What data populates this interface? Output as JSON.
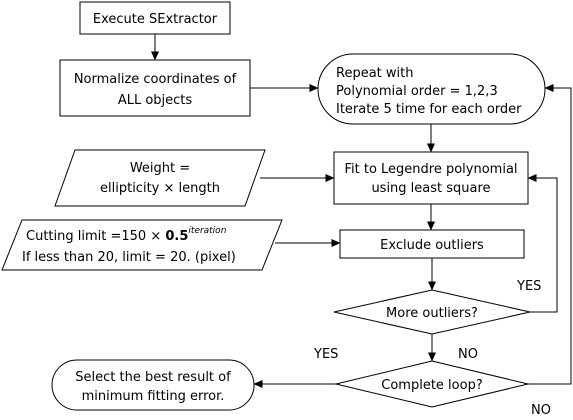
{
  "nodes": {
    "execute": {
      "text": "Execute SExtractor"
    },
    "normalize": {
      "line1": "Normalize coordinates of",
      "line2": "ALL objects"
    },
    "repeat": {
      "line1": "Repeat with",
      "line2": "Polynomial order = 1,2,3",
      "line3": "Iterate 5 time for each order"
    },
    "weight": {
      "line1": "Weight =",
      "line2": "ellipticity × length"
    },
    "fit": {
      "line1": "Fit to Legendre polynomial",
      "line2": "using least square"
    },
    "cutting": {
      "line1_prefix": "Cutting limit =150 × ",
      "line1_base": "0.5",
      "line1_exp": "iteration",
      "line2": "If less than 20, limit = 20. (pixel)"
    },
    "exclude": {
      "text": "Exclude outliers"
    },
    "more": {
      "text": "More outliers?"
    },
    "complete": {
      "text": "Complete loop?"
    },
    "best": {
      "line1": "Select the best result of",
      "line2": "minimum fitting error."
    }
  },
  "edge_labels": {
    "more_yes": "YES",
    "more_no": "NO",
    "complete_yes": "YES",
    "complete_no": "NO"
  }
}
